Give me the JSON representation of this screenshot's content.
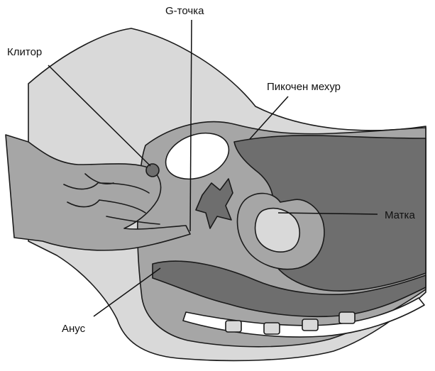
{
  "labels": {
    "g_spot": "G-точка",
    "clitoris": "Клитор",
    "bladder": "Пикочен мехур",
    "uterus": "Матка",
    "anus": "Анус"
  },
  "colors": {
    "skin_light": "#d9d9d9",
    "tissue_mid": "#a6a6a6",
    "organ_dark": "#6e6e6e",
    "outline": "#1a1a1a",
    "background": "#ffffff"
  }
}
